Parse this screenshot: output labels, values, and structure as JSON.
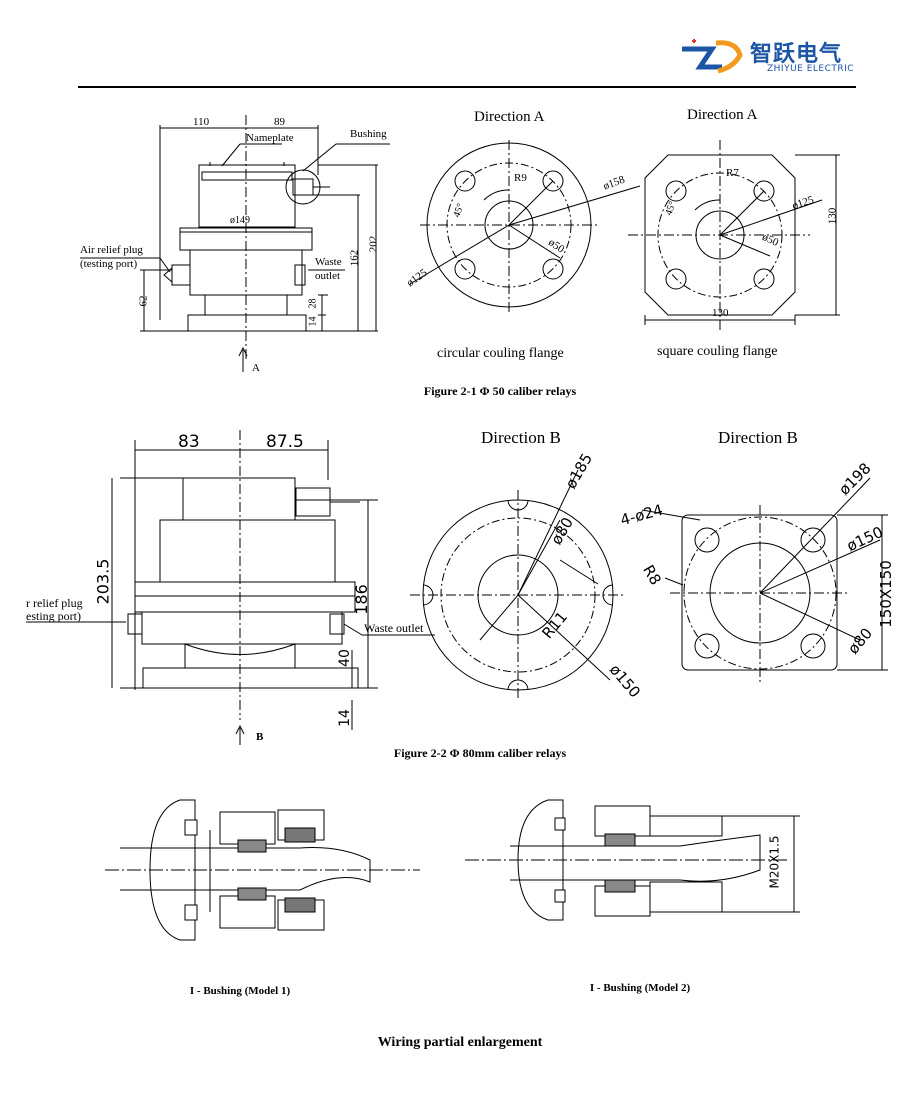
{
  "header": {
    "brand_cn": "智跃电气",
    "brand_en": "ZHIYUE ELECTRIC",
    "colors": {
      "brand_blue": "#1c54a6",
      "logo_orange": "#f39a1e"
    }
  },
  "figure1": {
    "caption": "Figure 2-1 Φ 50 caliber relays",
    "side": {
      "dim_left": "110",
      "dim_right": "89",
      "nameplate": "Nameplate",
      "bushing": "Bushing",
      "flange_dia": "ø149",
      "air_relief_1": "Air relief plug",
      "air_relief_2": "(testing port)",
      "waste_1": "Waste",
      "waste_2": "outlet",
      "dim_202": "202",
      "dim_162": "162",
      "dim_62": "62",
      "dim_28": "28",
      "dim_14": "14",
      "arrow_label": "A"
    },
    "circular": {
      "title": "Direction A",
      "caption": "circular couling flange",
      "r": "R9",
      "d158": "ø158",
      "angle": "45°",
      "d50": "ø50",
      "d125": "ø125"
    },
    "square": {
      "title": "Direction A",
      "caption": "square couling flange",
      "r": "R7",
      "d125": "ø125",
      "angle": "45°",
      "d50": "ø50",
      "side_right": "130",
      "side_bottom": "130"
    }
  },
  "figure2": {
    "caption": "Figure 2-2 Φ 80mm caliber relays",
    "side": {
      "dim_left": "83",
      "dim_right": "87.5",
      "dim_203": "203.5",
      "dim_186": "186",
      "dim_40": "40",
      "dim_14": "14",
      "air_relief_1": "r relief plug",
      "air_relief_2": "esting port)",
      "waste": "Waste outlet",
      "arrow_label": "B"
    },
    "circular": {
      "title": "Direction B",
      "d185": "ø185",
      "d80": "ø80",
      "r11": "R11",
      "d150": "ø150"
    },
    "square": {
      "title": "Direction B",
      "holes": "4-ø24",
      "d198": "ø198",
      "d150": "ø150",
      "r8": "R8",
      "size": "150X150",
      "d80": "ø80"
    }
  },
  "bushing": {
    "model1": "I  - Bushing (Model 1)",
    "model2": "I  - Bushing (Model 2)",
    "thread": "M20X1.5"
  },
  "footer": {
    "title": "Wiring partial enlargement"
  }
}
